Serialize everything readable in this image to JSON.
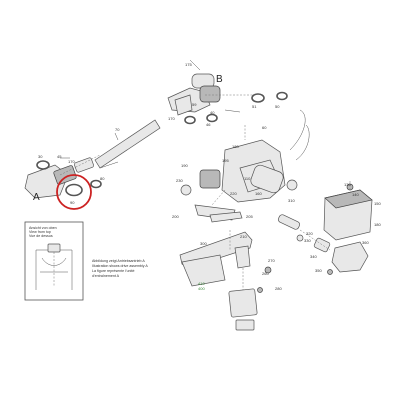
{
  "labels": {
    "A": "A",
    "B": "B",
    "highlighted_part": "90"
  },
  "part_numbers": [
    "30",
    "45",
    "170",
    "70",
    "80",
    "170",
    "46",
    "175",
    "40",
    "90",
    "50",
    "51",
    "59",
    "60",
    "180",
    "195",
    "190",
    "230",
    "220",
    "205",
    "200",
    "210",
    "270",
    "260",
    "280",
    "300",
    "110",
    "160",
    "310",
    "320",
    "330",
    "340",
    "350",
    "360",
    "130",
    "140",
    "150",
    "180"
  ],
  "green_part_numbers": [
    "410",
    "400"
  ],
  "inset_caption": [
    "Ansicht von oben",
    "View from top",
    "Vue de dessus"
  ],
  "illustration_caption": [
    "Abbildung zeigt Antriebsantrieb A",
    "Illustration shows drive assembly A",
    "La figure représente l'unité",
    "d'entraînement A"
  ],
  "colors": {
    "highlight": "#cc2222",
    "green_text": "#3a8a3a",
    "line": "#555555"
  }
}
